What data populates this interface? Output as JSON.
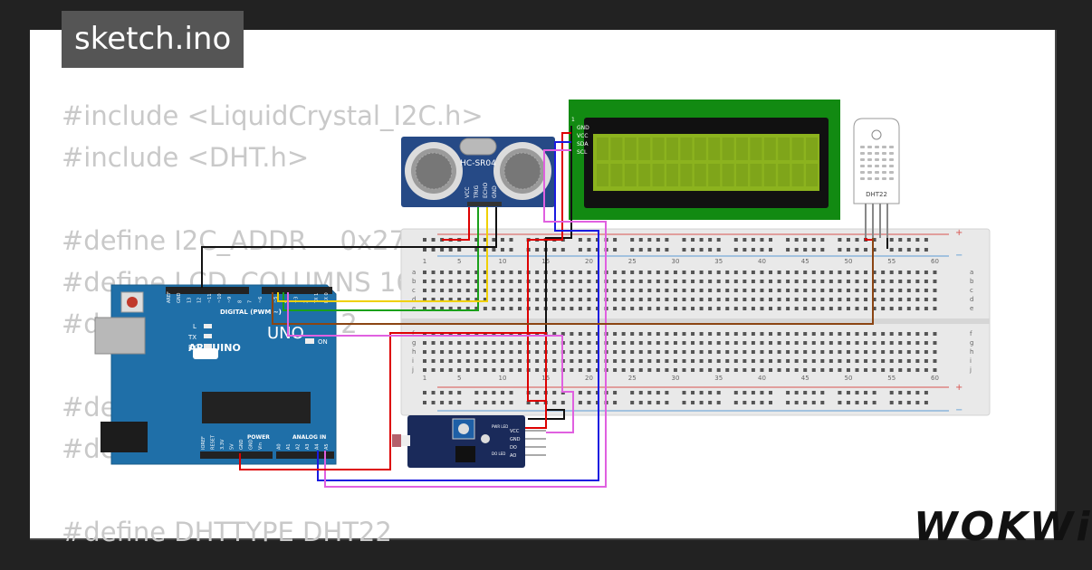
{
  "file_tab": {
    "name": "sketch.ino"
  },
  "code_lines": [
    "#include <LiquidCrystal_I2C.h>",
    "#include <DHT.h>",
    "",
    "#define I2C_ADDR    0x27",
    "#define LCD_COLUMNS 16",
    "#define LCD_LINES   2",
    "",
    "#define ECHO 2",
    "#define TRIG 3",
    "",
    "#define DHTTYPE DHT22"
  ],
  "brand": {
    "logo": "WOKWi"
  },
  "components": {
    "ultrasonic": {
      "label": "HC-SR04",
      "pins": [
        "VCC",
        "TRIG",
        "ECHO",
        "GND"
      ]
    },
    "lcd": {
      "pins": [
        "GND",
        "VCC",
        "SDA",
        "SCL"
      ],
      "pin_one": "1"
    },
    "dht": {
      "label": "DHT22"
    },
    "arduino": {
      "brand": "ARDUINO",
      "model": "UNO",
      "digital_label": "DIGITAL (PWM ~)",
      "power_label": "POWER",
      "analog_label": "ANALOG IN",
      "on_label": "ON",
      "led_labels": [
        "L",
        "TX",
        "RX"
      ],
      "top_pin_labels": [
        "AREF",
        "GND",
        "13",
        "12",
        "~11",
        "~10",
        "~9",
        "8",
        "7",
        "~6",
        "~5",
        "4",
        "~3",
        "2",
        "TX 1",
        "RX 0"
      ],
      "bottom_pin_labels": [
        "IOREF",
        "RESET",
        "3.3V",
        "5V",
        "GND",
        "GND",
        "Vin",
        "A0",
        "A1",
        "A2",
        "A3",
        "A4",
        "A5"
      ]
    },
    "sound_sensor": {
      "pins": [
        "VCC",
        "GND",
        "DO",
        "AO"
      ],
      "led_labels": [
        "PWR LED",
        "DO LED"
      ]
    },
    "breadboard": {
      "column_numbers": [
        "1",
        "5",
        "10",
        "15",
        "20",
        "25",
        "30",
        "35",
        "40",
        "45",
        "50",
        "55",
        "60"
      ],
      "row_letters_top": [
        "a",
        "b",
        "c",
        "d",
        "e"
      ],
      "row_letters_bottom": [
        "f",
        "g",
        "h",
        "i",
        "j"
      ]
    }
  },
  "colors": {
    "board_blue": "#1f6fa8",
    "lcd_green": "#128a12",
    "lcd_screen": "#8cb31e",
    "sensor_blue": "#264a86",
    "sound_pcb": "#1a2a5a",
    "breadboard": "#e9e9e9"
  }
}
